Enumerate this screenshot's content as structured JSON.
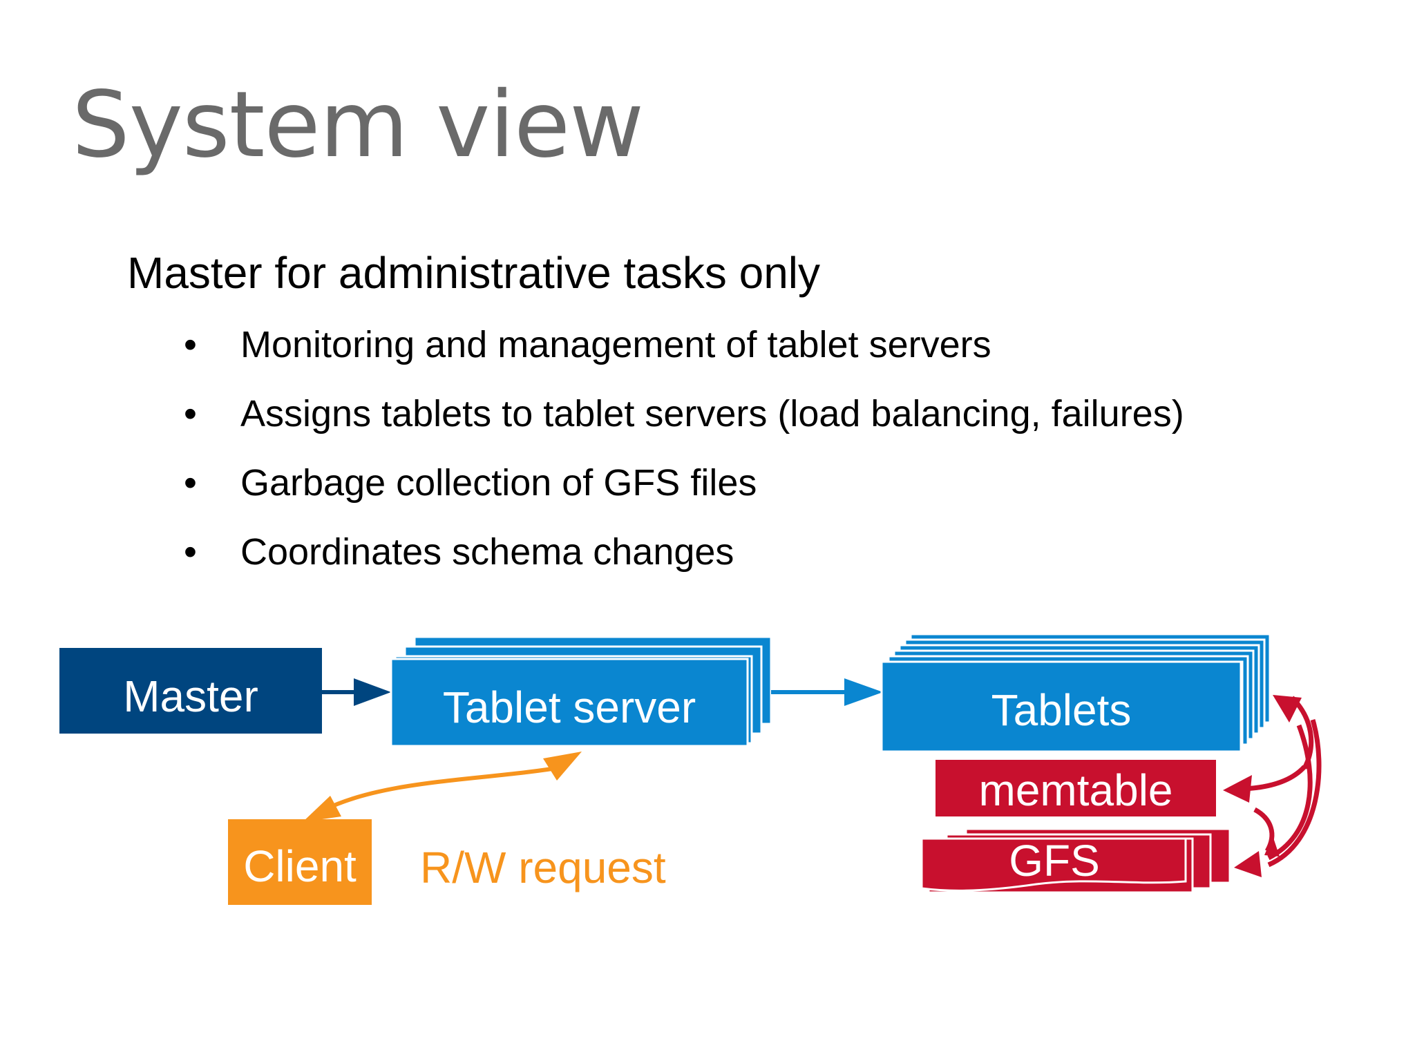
{
  "slide": {
    "title": "System view",
    "subtitle": "Master for administrative tasks only",
    "bullets": [
      "Monitoring and management of tablet servers",
      "Assigns tablets to tablet servers (load balancing, failures)",
      "Garbage collection of GFS files",
      "Coordinates schema changes"
    ],
    "bullet_symbol": "•"
  },
  "diagram": {
    "master": "Master",
    "tablet_server": "Tablet server",
    "tablets": "Tablets",
    "memtable": "memtable",
    "gfs": "GFS",
    "client": "Client",
    "rw_request": "R/W request"
  },
  "colors": {
    "master": "#00457f",
    "tablet_blue": "#0a86d0",
    "client_orange": "#f7941d",
    "storage_red": "#c8102e",
    "title_gray": "#6a6a6a"
  }
}
